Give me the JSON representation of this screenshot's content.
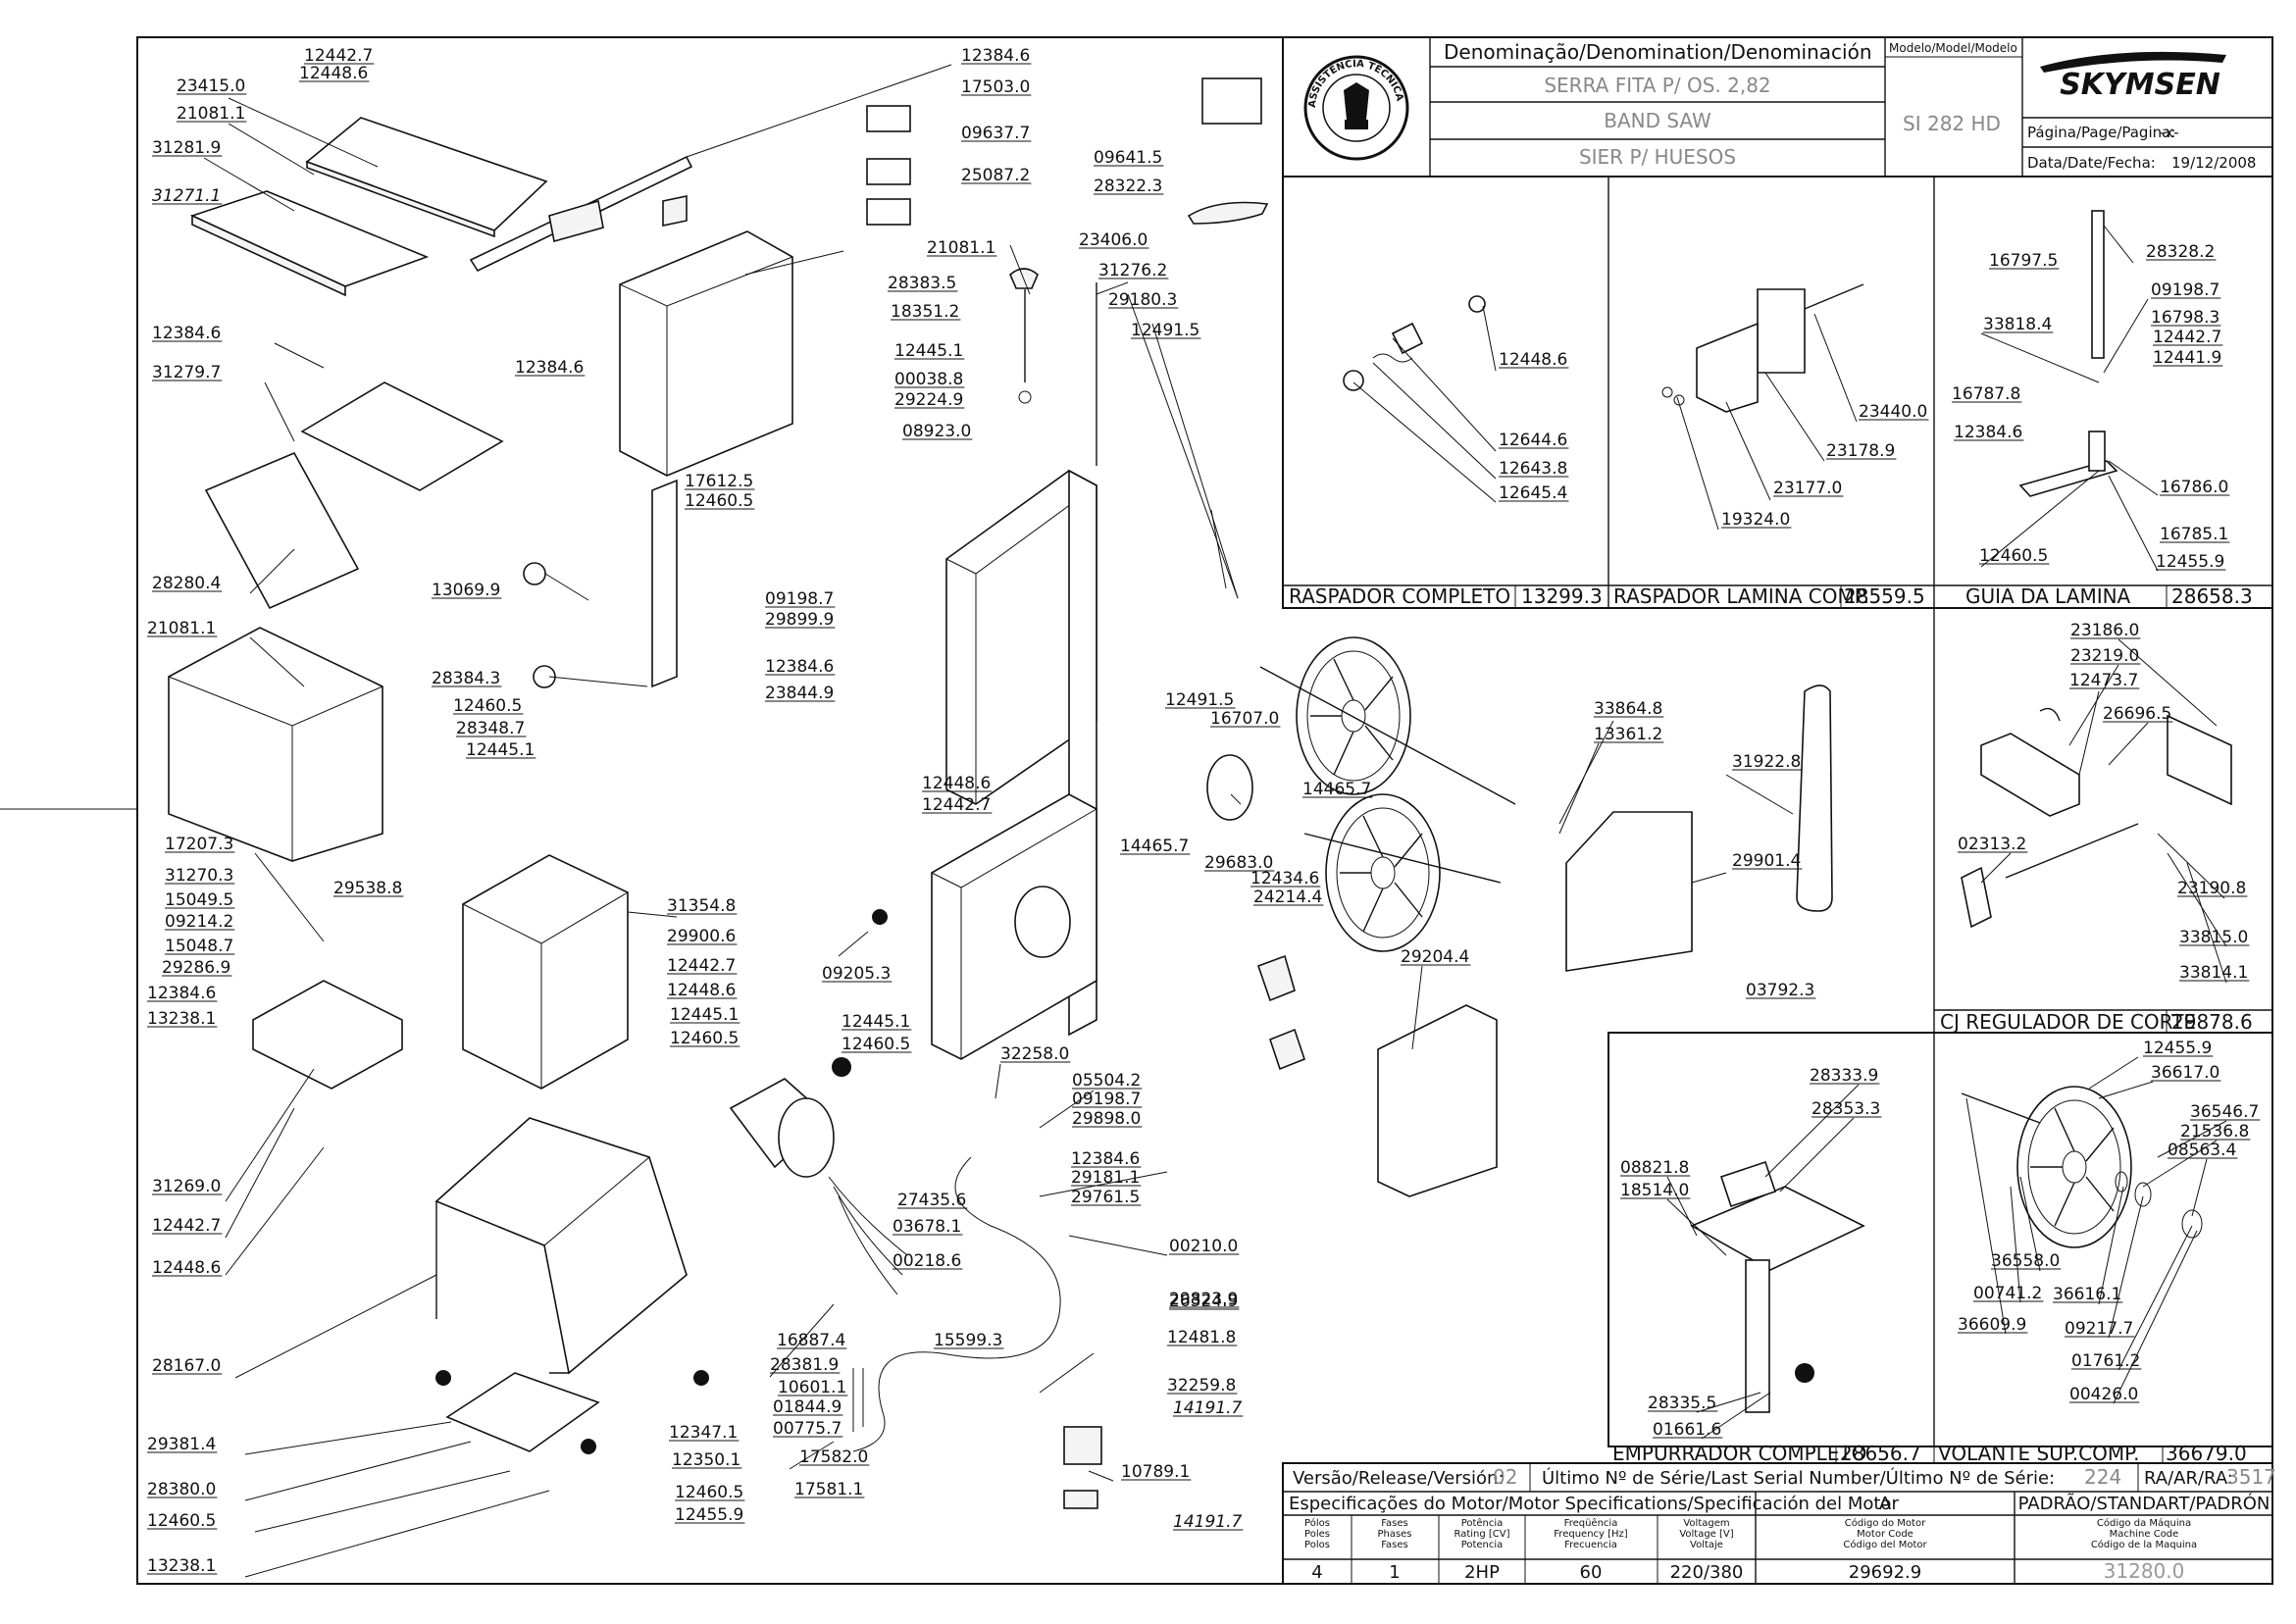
{
  "header": {
    "denomination_title": "Denominação/Denomination/Denominación",
    "name_pt": "SERRA FITA P/ OS. 2,82",
    "name_en": "BAND SAW",
    "name_es": "SIER P/ HUESOS",
    "model_label": "Modelo/Model/Modelo",
    "model_value": "SI 282 HD",
    "brand": "SKYMSEN",
    "page_label": "Página/Page/Pagina:",
    "page_value": "-x-",
    "date_label": "Data/Date/Fecha:",
    "date_value": "19/12/2008",
    "stamp_text": "ASSISTÊNCIA TÉCNICA AUTORIZADA"
  },
  "subassemblies": {
    "raspador": {
      "name": "RASPADOR COMPLETO",
      "code": "13299.3"
    },
    "raspador_lamina": {
      "name": "RASPADOR LAMINA COMP.",
      "code": "28559.5"
    },
    "guia": {
      "name": "GUIA DA LAMINA",
      "code": "28658.3"
    },
    "regulador": {
      "name": "CJ REGULADOR DE CORTE",
      "code": "29878.6"
    },
    "empurrador": {
      "name": "EMPURRADOR COMPLETO",
      "code": "28656.7"
    },
    "volante": {
      "name": "VOLANTE SUP.COMP.",
      "code": "36679.0"
    }
  },
  "version_block": {
    "version_label": "Versão/Release/Versión:",
    "version_value": "02",
    "serial_label": "Último Nº de Série/Last Serial Number/Último Nº de Série:",
    "serial_value": "224",
    "ra_label": "RA/AR/RA:",
    "ra_value": "3517",
    "motor_spec_label": "Especificações do Motor/Motor Specifications/Specificación del Motor",
    "column_a": "A",
    "standard_label": "PADRÃO/STANDART/PADRÓN",
    "headers": [
      "Pólos Poles Polos",
      "Fases Phases Fases",
      "Potência Rating [CV] Potencia",
      "Freqüência Frequency [Hz] Frecuencia",
      "Voltagem Voltage [V] Voltaje",
      "Código do Motor Motor Code Código del Motor",
      "Código da Máquina Machine Code Código de la Maquina"
    ],
    "values": [
      "4",
      "1",
      "2HP",
      "60",
      "220/380",
      "29692.9",
      "31280.0"
    ]
  },
  "part_labels": {
    "top_left": [
      "12442.7",
      "12448.6",
      "23415.0",
      "21081.1",
      "31281.9",
      "31271.1",
      "12384.6",
      "17503.0",
      "09637.7",
      "25087.2",
      "12384.6"
    ],
    "middle_left": [
      "12384.6",
      "31279.7",
      "28280.4",
      "21081.1",
      "28384.3",
      "13069.9",
      "12460.5",
      "28348.7",
      "12445.1",
      "17207.3",
      "31270.3",
      "15049.5",
      "09214.2",
      "15048.7",
      "29286.9",
      "12384.6",
      "13238.1",
      "29538.8"
    ],
    "center_top": [
      "09641.5",
      "28322.3",
      "23406.0",
      "31276.2",
      "29180.3",
      "12491.5",
      "21081.1",
      "28383.5",
      "18351.2",
      "12445.1",
      "00038.8",
      "29224.9",
      "08923.0",
      "17612.5",
      "12460.5"
    ],
    "center": [
      "09198.7",
      "29899.9",
      "12384.6",
      "23844.9",
      "12448.6",
      "12442.7",
      "12491.5",
      "16707.0",
      "14465.7",
      "14465.7",
      "29683.0",
      "24214.4",
      "12434.6",
      "31354.8",
      "29900.6",
      "12442.7",
      "12448.6",
      "12445.1",
      "12460.5",
      "09205.3",
      "33864.8",
      "13361.2",
      "31922.8",
      "29901.4",
      "03792.3",
      "29204.4"
    ],
    "bottom_left": [
      "31269.0",
      "12442.7",
      "12448.6",
      "28167.0",
      "29381.4",
      "28380.0",
      "12460.5",
      "13238.1",
      "12347.1",
      "12350.1",
      "12460.5",
      "12455.9"
    ],
    "bottom_center": [
      "12445.1",
      "12460.5",
      "32258.0",
      "05504.2",
      "09198.7",
      "29898.0",
      "12384.6",
      "29181.1",
      "29761.5",
      "27435.6",
      "03678.1",
      "00218.6",
      "00210.0",
      "29823.9",
      "26324.9",
      "12481.8",
      "16887.4",
      "28381.9",
      "15599.3",
      "10601.1",
      "01844.9",
      "00775.7",
      "17582.0",
      "17581.1",
      "32259.8",
      "14191.7",
      "10789.1",
      "14191.7"
    ],
    "raspador": [
      "12448.6",
      "12644.6",
      "12643.8",
      "12645.4"
    ],
    "raspador_lamina": [
      "23440.0",
      "23178.9",
      "23177.0",
      "19324.0"
    ],
    "guia": [
      "16797.5",
      "28328.2",
      "09198.7",
      "33818.4",
      "16798.3",
      "12442.7",
      "12441.9",
      "16787.8",
      "12384.6",
      "16786.0",
      "16785.1",
      "12460.5",
      "12455.9"
    ],
    "regulador": [
      "23186.0",
      "23219.0",
      "12473.7",
      "26696.5",
      "02313.2",
      "23190.8",
      "33815.0",
      "33814.1"
    ],
    "empurrador": [
      "28333.9",
      "28353.3",
      "08821.8",
      "18514.0",
      "28335.5",
      "01661.6"
    ],
    "volante": [
      "12455.9",
      "36617.0",
      "36546.7",
      "21536.8",
      "08563.4",
      "36558.0",
      "00741.2",
      "36616.1",
      "36609.9",
      "09217.7",
      "01761.2",
      "00426.0"
    ]
  }
}
